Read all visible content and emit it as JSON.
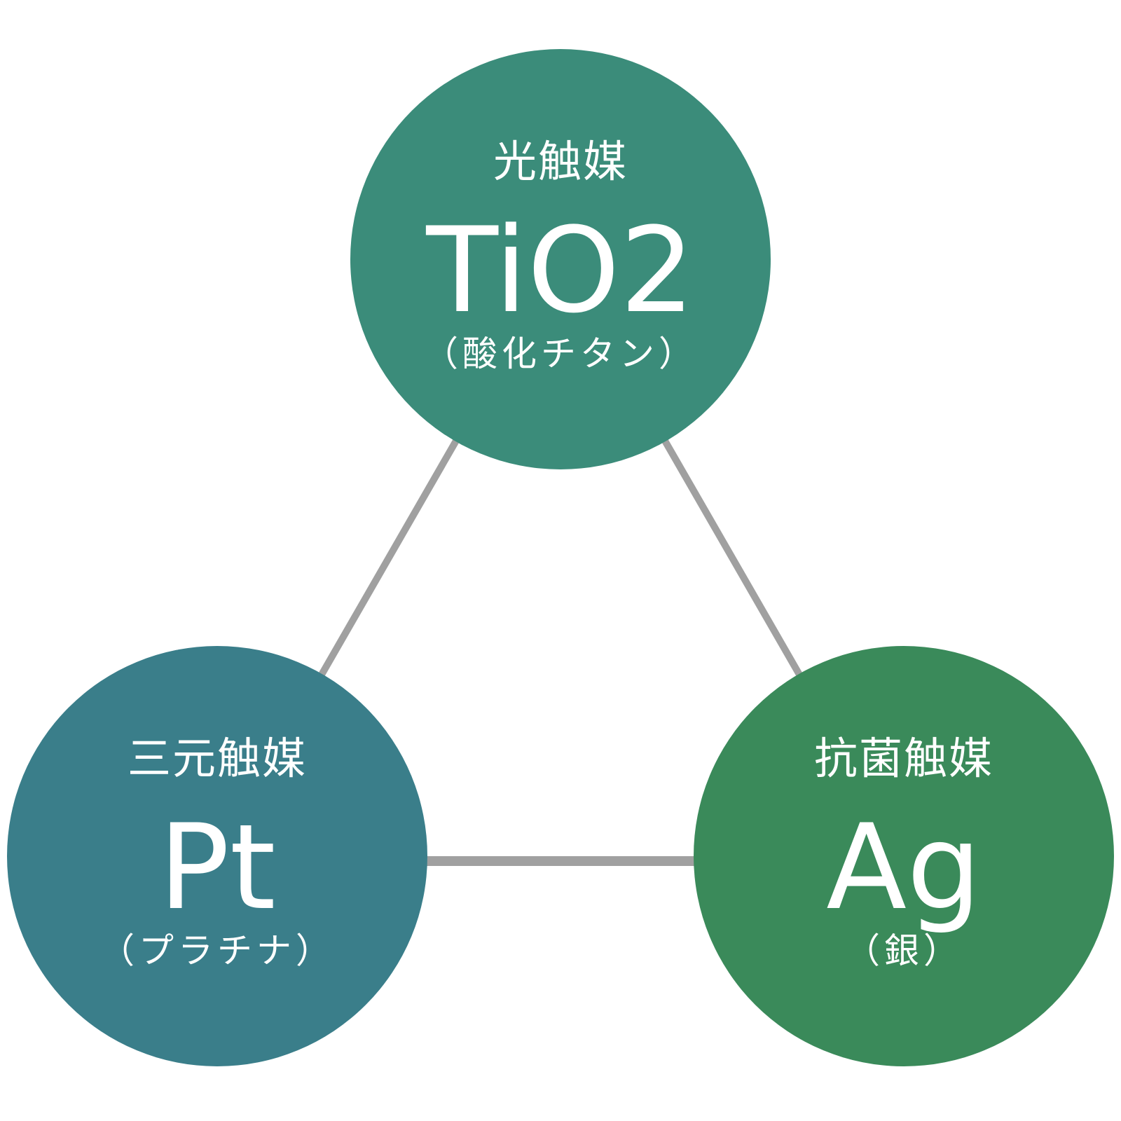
{
  "colors": {
    "top_node": "#3b8c7a",
    "left_node": "#3a7e8a",
    "right_node": "#3a8a5a",
    "connector": "#a0a0a0"
  },
  "nodes": {
    "top": {
      "category": "光触媒",
      "symbol": "TiO2",
      "name": "（酸化チタン）"
    },
    "left": {
      "category": "三元触媒",
      "symbol": "Pt",
      "name": "（プラチナ）"
    },
    "right": {
      "category": "抗菌触媒",
      "symbol": "Ag",
      "name": "（銀）"
    }
  }
}
